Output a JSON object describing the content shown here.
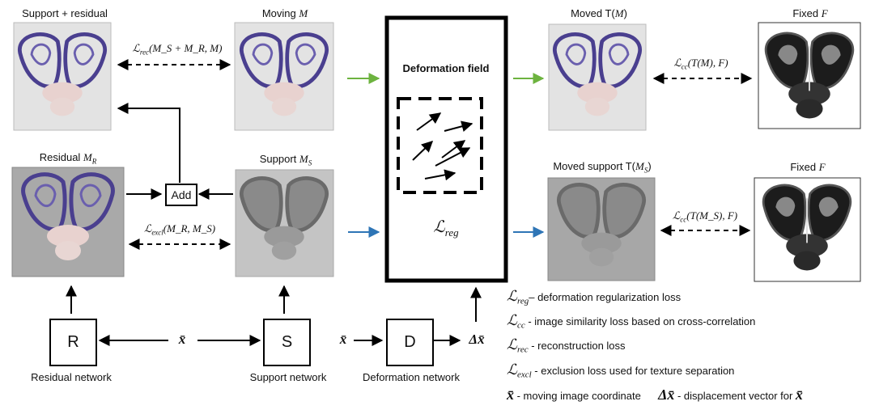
{
  "images": {
    "support_residual": {
      "title": "Support + residual"
    },
    "moving": {
      "title_prefix": "Moving ",
      "title_sym": "M"
    },
    "residual": {
      "title_prefix": "Residual ",
      "title_sym": "M",
      "title_sub": "R"
    },
    "support": {
      "title_prefix": "Support ",
      "title_sym": "M",
      "title_sub": "S"
    },
    "moved": {
      "title_prefix": "Moved T(",
      "title_sym": "M",
      "title_suffix": ")"
    },
    "moved_support": {
      "title_prefix": "Moved support T(",
      "title_sym": "M",
      "title_sub": "S",
      "title_suffix": ")"
    },
    "fixed_top": {
      "title_prefix": "Fixed ",
      "title_sym": "F"
    },
    "fixed_bottom": {
      "title_prefix": "Fixed ",
      "title_sym": "F"
    }
  },
  "deformation": {
    "title": "Deformation field",
    "loss": "ℒ",
    "loss_sub": "reg"
  },
  "loss_labels": {
    "rec": {
      "sym": "ℒ",
      "sub": "rec",
      "args": "(M_S + M_R, M)"
    },
    "excl": {
      "sym": "ℒ",
      "sub": "excl",
      "args": "(M_R, M_S)"
    },
    "cc_top": {
      "sym": "ℒ",
      "sub": "cc",
      "args": "(T(M), F)"
    },
    "cc_bottom": {
      "sym": "ℒ",
      "sub": "cc",
      "args": "(T(M_S), F)"
    }
  },
  "nodes": {
    "add": "Add",
    "r": "R",
    "r_caption": "Residual network",
    "s": "S",
    "s_caption": "Support network",
    "d": "D",
    "d_caption": "Deformation network",
    "x_input_1": "x̄",
    "x_input_2": "x̄",
    "d_output": "Δx̄"
  },
  "legend": [
    {
      "sym": "ℒ",
      "sub": "reg",
      "text": "– deformation regularization loss"
    },
    {
      "sym": "ℒ",
      "sub": "cc",
      "text": " - image similarity loss based on cross-correlation"
    },
    {
      "sym": "ℒ",
      "sub": "rec",
      "text": " - reconstruction loss"
    },
    {
      "sym": "ℒ",
      "sub": "excl",
      "text": " - exclusion loss used for texture separation"
    }
  ],
  "legend_last": {
    "sym1": "x̄",
    "text1": " - moving image coordinate",
    "sym2": "Δx̄",
    "text2": " - displacement vector for ",
    "sym3": "x̄"
  },
  "colors": {
    "green": "#6db33f",
    "blue": "#2e75b6",
    "stain": "#4a3f8f"
  },
  "icons": [
    "brain-section-icon",
    "arrow-icon"
  ]
}
